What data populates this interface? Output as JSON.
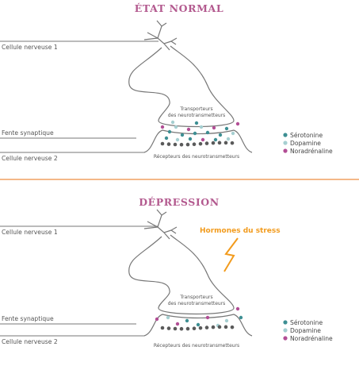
{
  "colors": {
    "title": "#b35a8f",
    "line": "#777777",
    "divider": "#f0a060",
    "stress": "#f29b1d",
    "serotonin": "#3d8f93",
    "dopamine": "#a6cfd1",
    "noradrenaline": "#b24e95",
    "receptor": "#5a5a5a"
  },
  "legend": [
    "Sérotonine",
    "Dopamine",
    "Noradrénaline"
  ],
  "panels": [
    {
      "title": "ÉTAT NORMAL",
      "cell1": "Cellule nerveuse 1",
      "gap": "Fente synaptique",
      "cell2": "Cellule nerveuse 2",
      "transporters_1": "Transporteurs",
      "transporters_2": "des neurotransmetteurs",
      "receptors": "Récepteurs des neurotransmetteurs"
    },
    {
      "title": "DÉPRESSION",
      "cell1": "Cellule nerveuse 1",
      "gap": "Fente synaptique",
      "cell2": "Cellule nerveuse 2",
      "transporters_1": "Transporteurs",
      "transporters_2": "des neurotransmetteurs",
      "receptors": "Récepteurs des neurotransmetteurs",
      "stress": "Hormones du stress"
    }
  ]
}
